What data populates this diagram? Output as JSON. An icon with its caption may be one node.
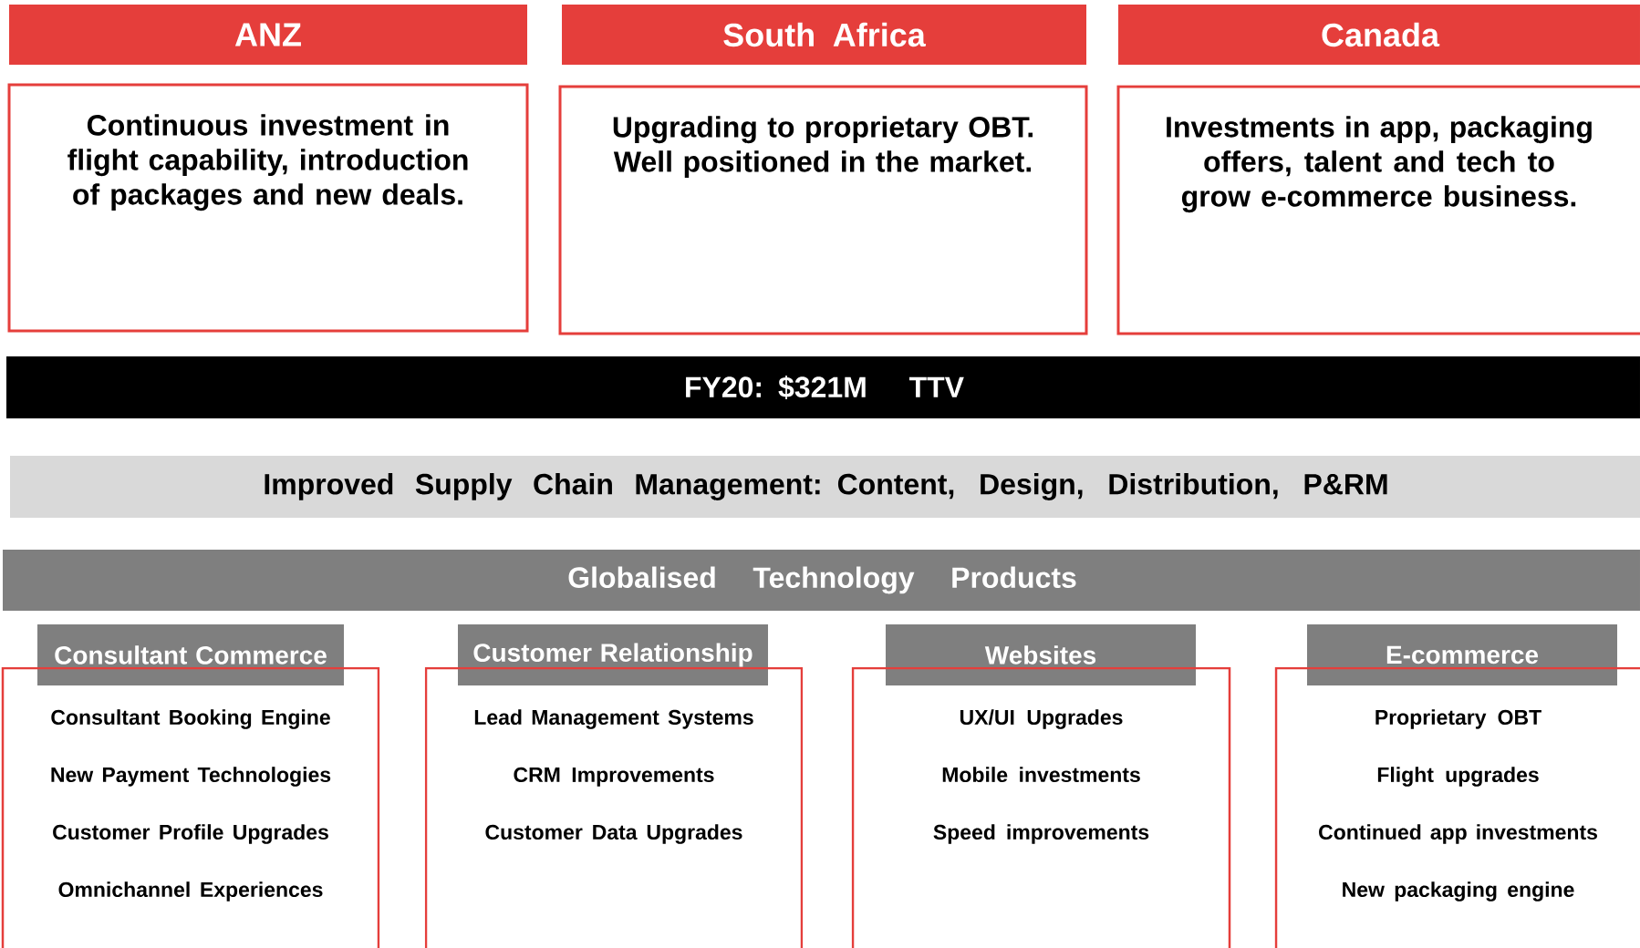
{
  "diagram": {
    "nodes": [
      {
        "text": [
          "ANZ"
        ]
      },
      {
        "text": [
          "Continuous investment in flight capability, introduction of packages and new deals."
        ]
      },
      {
        "text": [
          "South Africa"
        ]
      },
      {
        "text": [
          "Upgrading to proprietary OBT. Well positioned in the market."
        ]
      },
      {
        "text": [
          "Canada"
        ]
      },
      {
        "text": [
          "Investments in app, packaging offers, talent and tech to grow e-commerce business."
        ]
      },
      {
        "text": [
          "FY20: $321M TTV"
        ]
      },
      {
        "text": [
          "Improved Supply Chain Management: Content, Design, Distribution, P&RM"
        ]
      },
      {
        "text": [
          "Globalised Technology Products"
        ]
      },
      {
        "text": [
          "Consultant Commerce"
        ]
      },
      {
        "text": [
          "Consultant Booking Engine",
          "New Payment Technologies",
          "Customer Profile Upgrades",
          "Omnichannel Experiences"
        ]
      },
      {
        "text": [
          "Customer Relationship"
        ]
      },
      {
        "text": [
          "Lead Management Systems",
          "CRM Improvements",
          "Customer Data Upgrades"
        ]
      },
      {
        "text": [
          "Websites"
        ]
      },
      {
        "text": [
          "UX/UI Upgrades",
          "Mobile investments",
          "Speed improvements"
        ]
      },
      {
        "text": [
          "E-commerce"
        ]
      },
      {
        "text": [
          "Proprietary OBT",
          "Flight upgrades",
          "Continued app investments",
          "New packaging engine"
        ]
      }
    ]
  }
}
